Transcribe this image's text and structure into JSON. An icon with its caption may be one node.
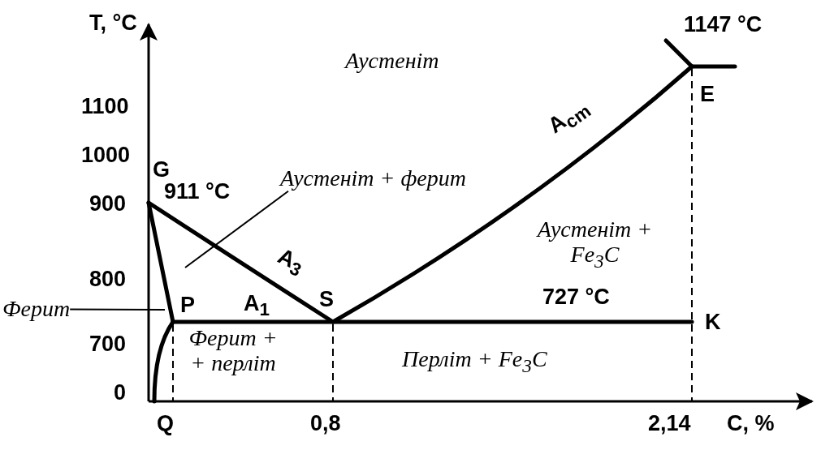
{
  "diagram": {
    "nodes": [
      {
        "text": [
          "Аустеніт + ферит"
        ]
      },
      {
        "text": [
          "Ферит"
        ]
      }
    ],
    "edges": [
      {
        "from": 0,
        "to": null,
        "arrow": "none"
      },
      {
        "from": 1,
        "to": null,
        "arrow": "none"
      }
    ],
    "labels": [
      "T, °C",
      "1100",
      "1000",
      "900",
      "800",
      "700",
      "0",
      "Аустеніт",
      "1147 °C",
      "E",
      "G",
      "911 °C",
      "A$_{cm}$",
      "A$_{3}$",
      "Аустеніт + Fe$_{3}$C",
      "P",
      "A$_{1}$",
      "S",
      "727 °C",
      "K",
      "Ферит + + перліт",
      "Перліт + Fe$_{3}$C",
      "Q",
      "0,8",
      "2,14",
      "C, %"
    ]
  }
}
